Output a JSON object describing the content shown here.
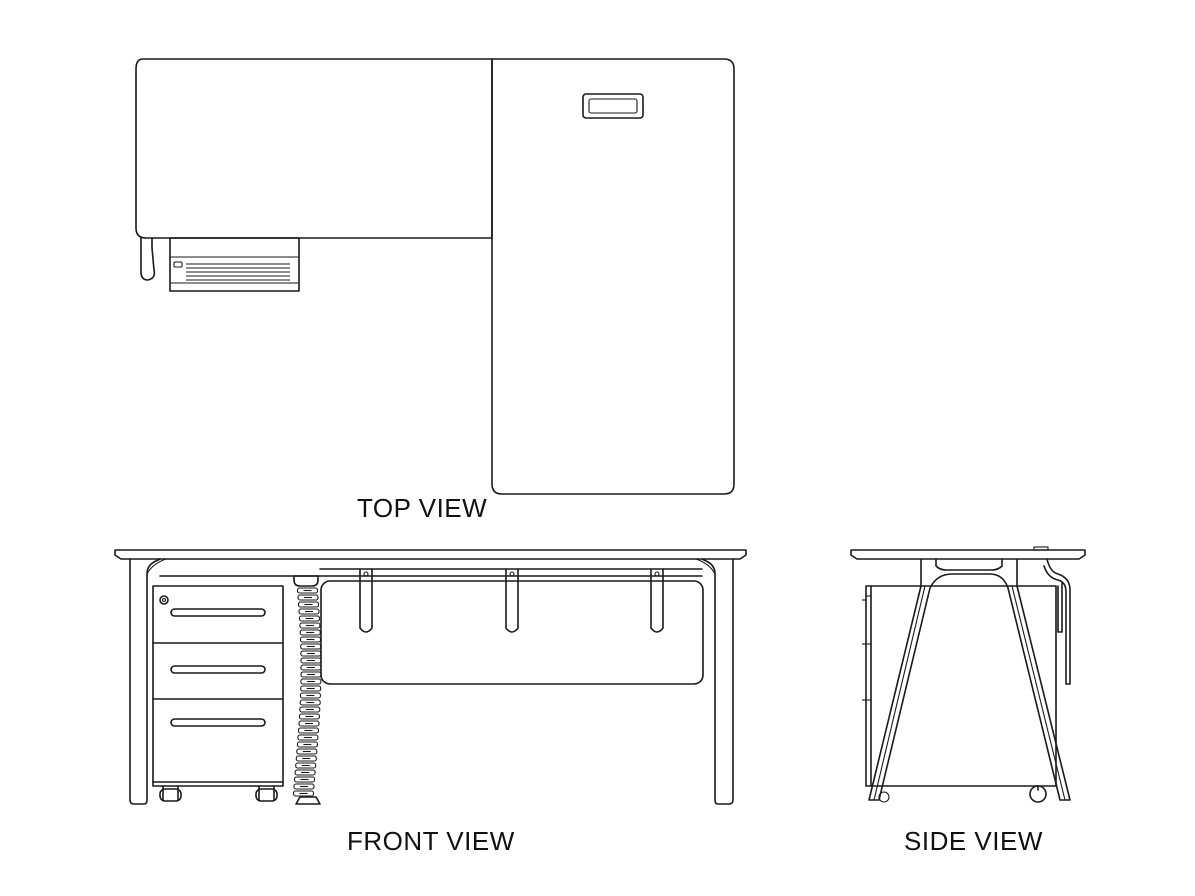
{
  "labels": {
    "top_view": "TOP VIEW",
    "front_view": "FRONT VIEW",
    "side_view": "SIDE VIEW"
  }
}
